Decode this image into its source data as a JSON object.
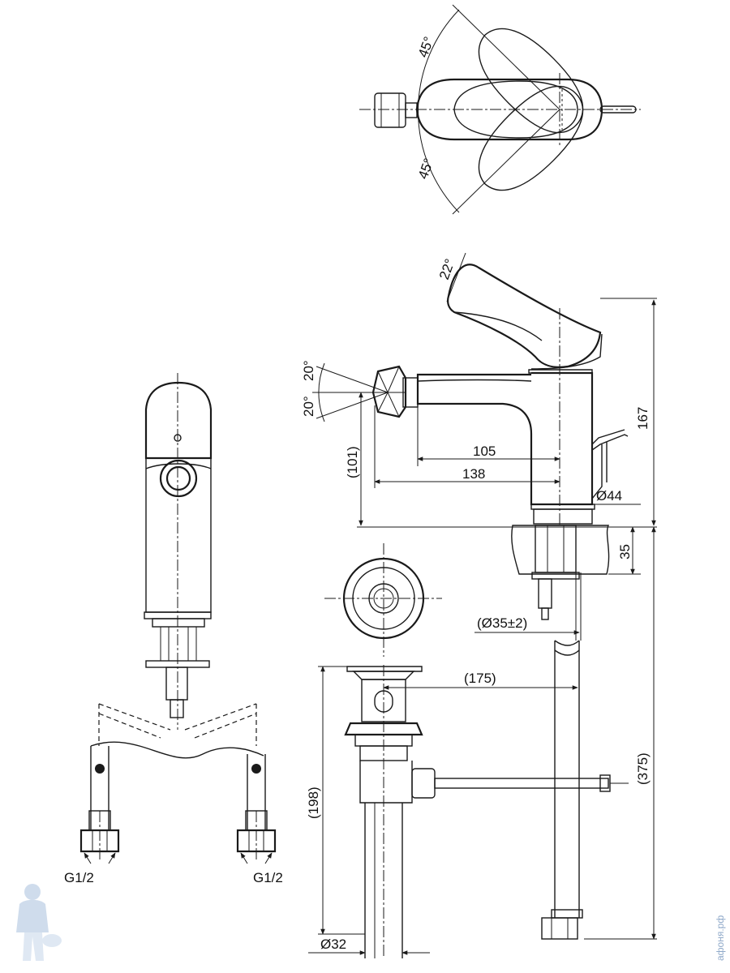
{
  "top_view": {
    "angle_left_upper": "45°",
    "angle_left_lower": "45°"
  },
  "side_view": {
    "handle_tilt": "22°",
    "nozzle_up": "20°",
    "nozzle_down": "20°",
    "spout_height": "(101)",
    "spout_reach_inner": "105",
    "spout_reach_outer": "138",
    "total_height": "167",
    "body_diameter": "Ø44",
    "deck_thickness": "35",
    "hole_diameter": "(Ø35±2)",
    "rod_length": "(175)",
    "hose_length": "(375)"
  },
  "drain": {
    "height": "(198)",
    "diameter": "Ø32"
  },
  "front_view": {
    "connector_left": "G1/2",
    "connector_right": "G1/2"
  },
  "watermark": "афоня.рф"
}
